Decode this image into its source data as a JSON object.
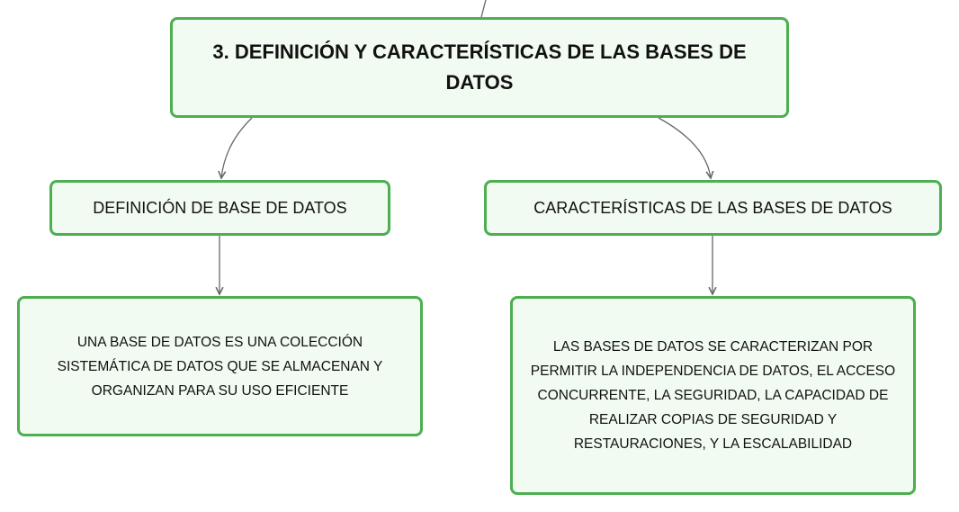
{
  "diagram": {
    "root": {
      "label": "3. DEFINICIÓN Y CARACTERÍSTICAS DE LAS BASES DE DATOS"
    },
    "definition": {
      "label": "DEFINICIÓN DE BASE DE DATOS",
      "detail": "UNA BASE DE DATOS ES UNA COLECCIÓN SISTEMÁTICA DE DATOS QUE SE ALMACENAN Y ORGANIZAN PARA SU USO EFICIENTE"
    },
    "characteristics": {
      "label": "CARACTERÍSTICAS DE LAS BASES DE DATOS",
      "detail": "LAS BASES DE DATOS SE CARACTERIZAN POR PERMITIR LA INDEPENDENCIA DE DATOS, EL ACCESO CONCURRENTE, LA SEGURIDAD, LA CAPACIDAD DE REALIZAR COPIAS DE SEGURIDAD Y RESTAURACIONES, Y LA ESCALABILIDAD"
    },
    "colors": {
      "node_border": "#4caf50",
      "node_fill": "#f2fbf2",
      "connector": "#666666"
    }
  }
}
